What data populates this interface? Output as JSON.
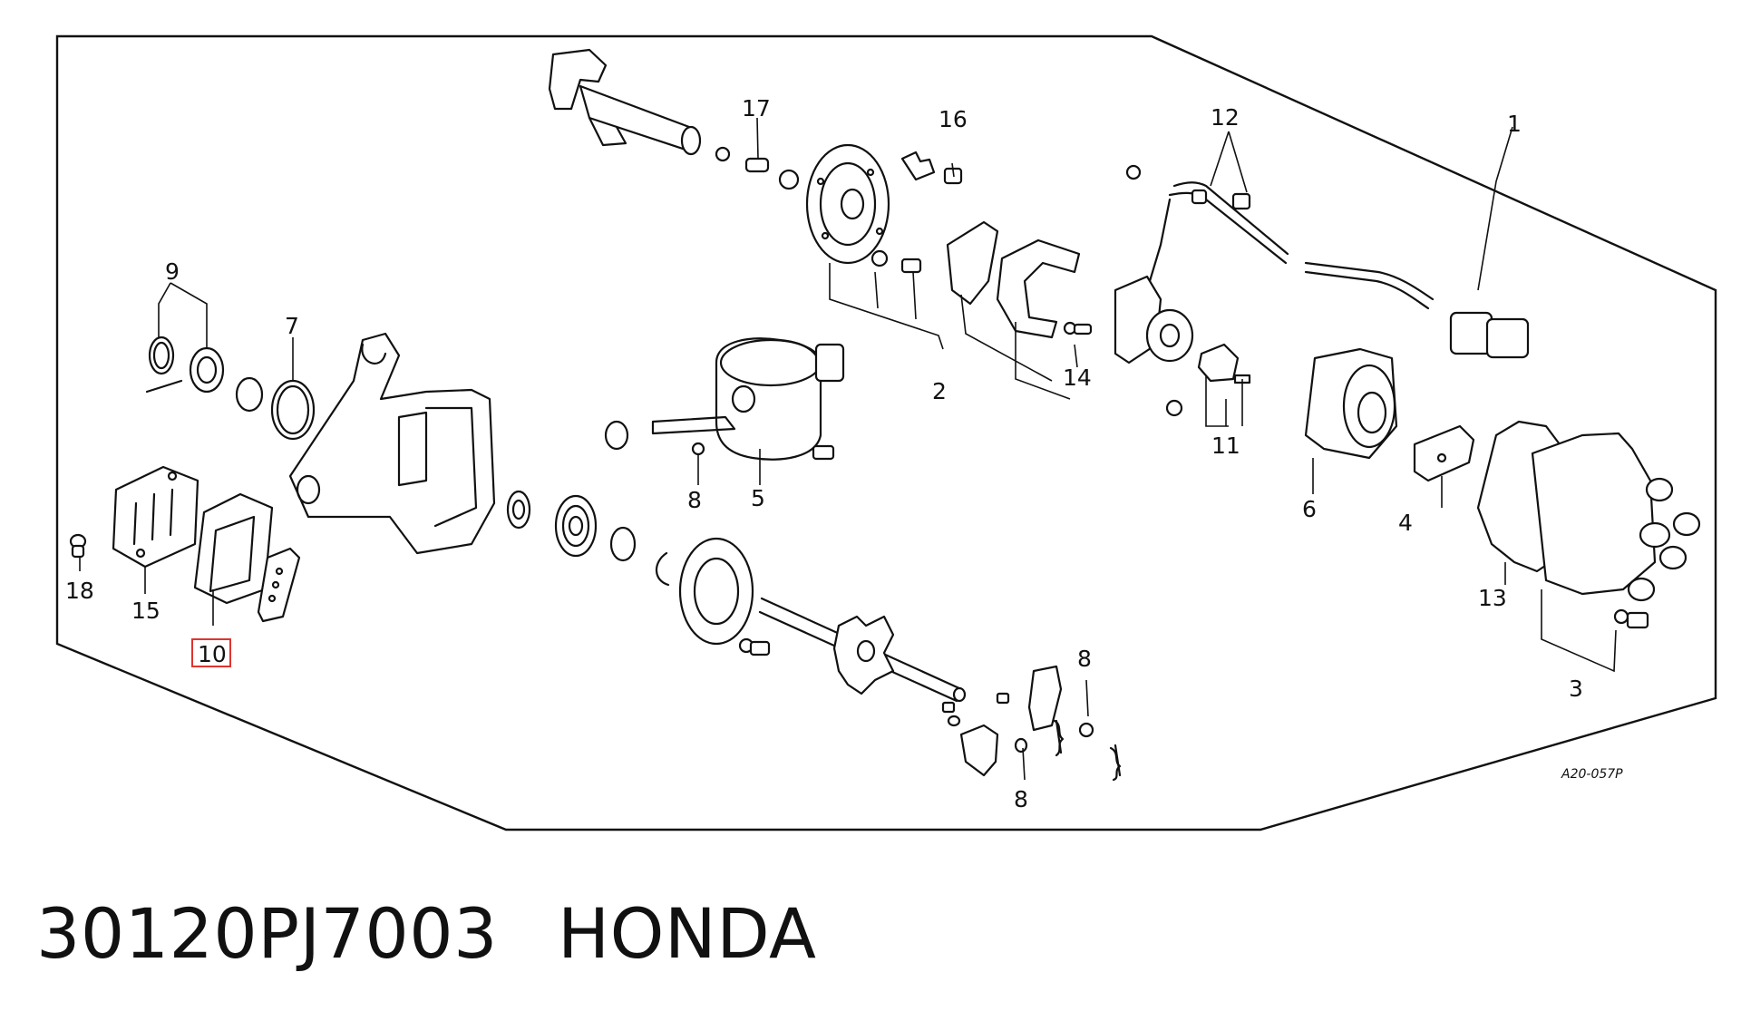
{
  "diagram": {
    "drawing_code": "A20-057P",
    "highlight_color": "#e0342f",
    "highlighted_callout": "10",
    "callouts": {
      "c1": "1",
      "c2": "2",
      "c3": "3",
      "c4": "4",
      "c5": "5",
      "c6": "6",
      "c7": "7",
      "c8a": "8",
      "c8b": "8",
      "c8c": "8",
      "c9": "9",
      "c10": "10",
      "c11": "11",
      "c12": "12",
      "c13": "13",
      "c14": "14",
      "c15": "15",
      "c16": "16",
      "c17": "17",
      "c18": "18"
    }
  },
  "caption": {
    "part_number": "30120PJ7003",
    "brand": "HONDA"
  }
}
